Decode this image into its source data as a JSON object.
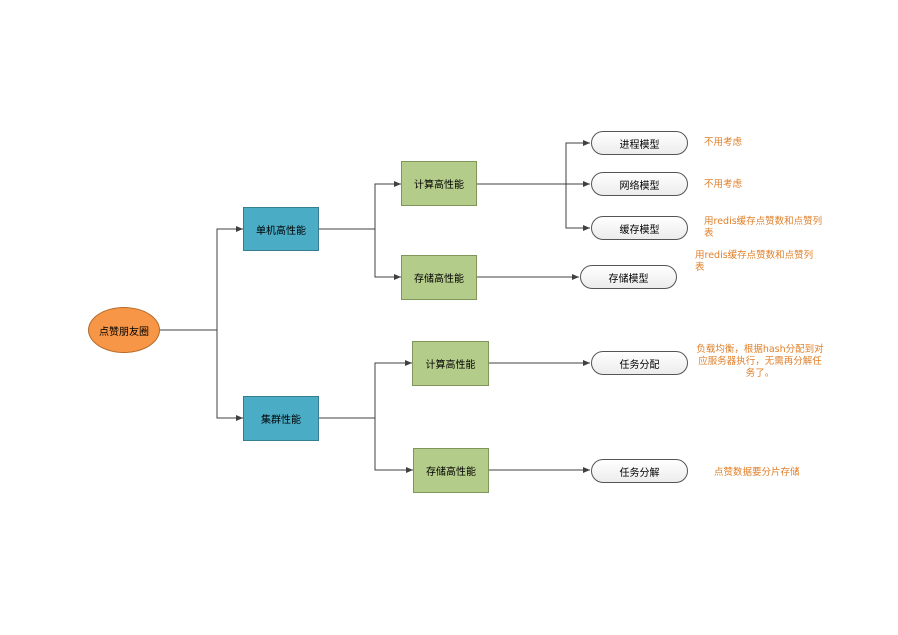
{
  "root": "点赞朋友圈",
  "single_machine": {
    "label": "单机高性能",
    "compute": {
      "label": "计算高性能",
      "leaves": [
        "进程模型",
        "网络模型",
        "缓存模型"
      ],
      "notes": [
        "不用考虑",
        "不用考虑",
        "用redis缓存点赞数和点赞列表"
      ]
    },
    "storage": {
      "label": "存储高性能",
      "leaf": "存储模型",
      "note": "用redis缓存点赞数和点赞列表"
    }
  },
  "cluster": {
    "label": "集群性能",
    "compute": {
      "label": "计算高性能",
      "leaf": "任务分配",
      "note": "负载均衡，根据hash分配到对应服务器执行，无需再分解任务了。"
    },
    "storage": {
      "label": "存储高性能",
      "leaf": "任务分解",
      "note": "点赞数据要分片存储"
    }
  },
  "colors": {
    "root": "#f79646",
    "level1": "#4bacc6",
    "level2": "#b4cc8a",
    "note_text": "#e0802a",
    "connector": "#404040"
  }
}
